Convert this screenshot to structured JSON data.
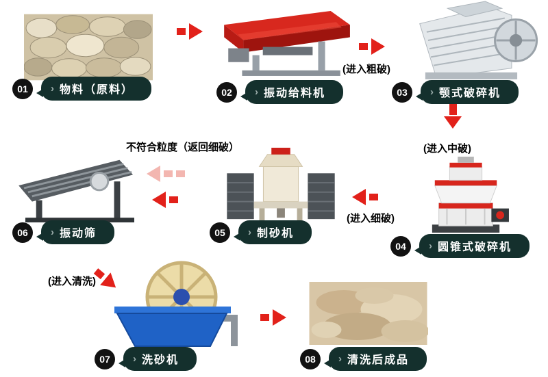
{
  "steps": [
    {
      "num": "01",
      "label": "物料（原料）"
    },
    {
      "num": "02",
      "label": "振动给料机"
    },
    {
      "num": "03",
      "label": "颚式破碎机"
    },
    {
      "num": "04",
      "label": "圆锥式破碎机"
    },
    {
      "num": "05",
      "label": "制砂机"
    },
    {
      "num": "06",
      "label": "振动筛"
    },
    {
      "num": "07",
      "label": "洗砂机"
    },
    {
      "num": "08",
      "label": "清洗后成品"
    }
  ],
  "annotations": {
    "coarse": "(进入粗破)",
    "medium": "(进入中破)",
    "fine": "(进入细破)",
    "return_note": "不符合粒度（返回细破）",
    "wash": "(进入清洗)"
  },
  "icons": {
    "chevron": "›"
  },
  "colors": {
    "red": "#e2211a",
    "pink": "#f3b6b0",
    "bubble": "#14302d",
    "circle": "#121212",
    "annotation": "#000000",
    "background": "#ffffff"
  }
}
